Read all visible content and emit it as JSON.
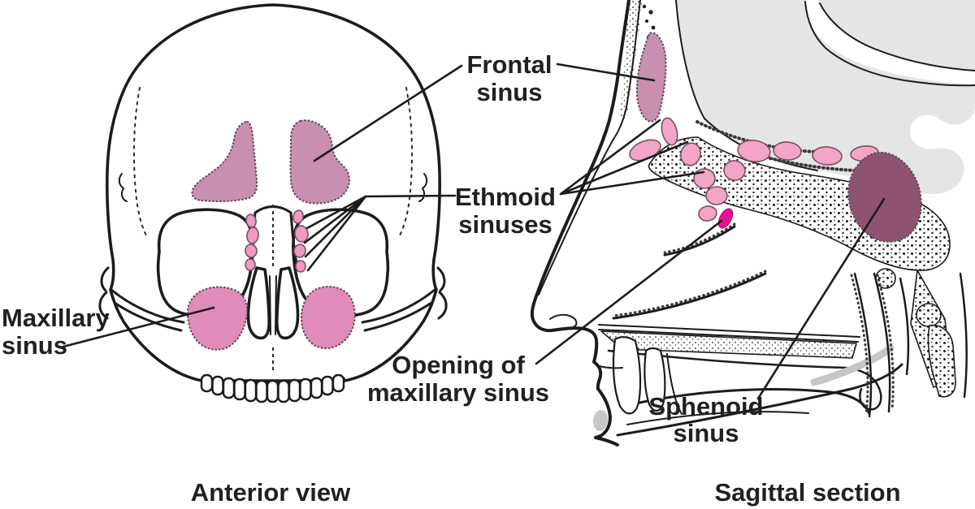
{
  "figure": {
    "labels": {
      "frontal": {
        "line1": "Frontal",
        "line2": "sinus"
      },
      "ethmoid": {
        "line1": "Ethmoid",
        "line2": "sinuses"
      },
      "maxillary": {
        "line1": "Maxillary",
        "line2": "sinus"
      },
      "opening": {
        "line1": "Opening of",
        "line2": "maxillary sinus"
      },
      "sphenoid": {
        "line1": "Sphenoid",
        "line2": "sinus"
      }
    },
    "captions": {
      "anterior": "Anterior view",
      "sagittal": "Sagittal section"
    },
    "colors": {
      "frontal_sinus": "#c98fb0",
      "maxillary_sinus": "#e18cb8",
      "ethmoid_cells_front": "#ef9ac2",
      "ethmoid_cells_side": "#f2a5c6",
      "sphenoid_sinus": "#8e5370",
      "maxillary_opening": "#ee0e92",
      "brain": "#e6e5e6",
      "shadow": "#c6c6c6",
      "ink": "#1c1c1c",
      "text": "#231f20",
      "background": "#ffffff"
    }
  }
}
